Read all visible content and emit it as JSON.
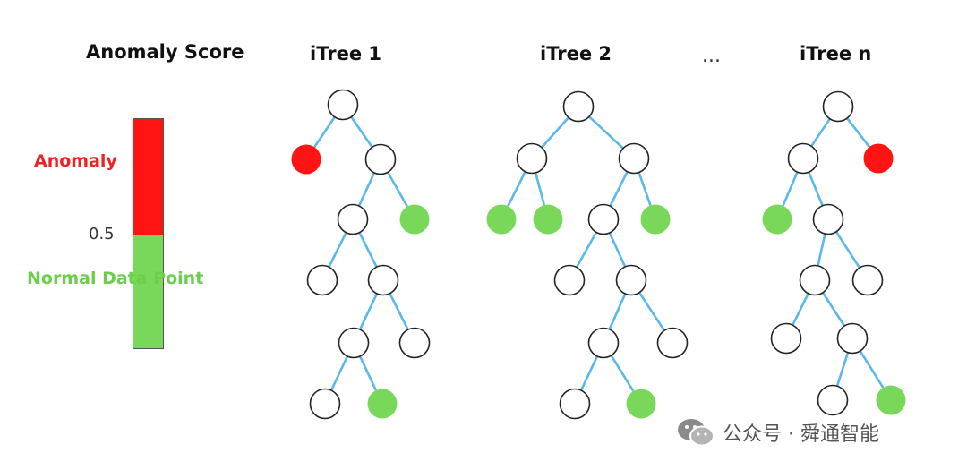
{
  "legend": {
    "title": "Anomaly Score",
    "anomaly_label": "Anomaly",
    "threshold_label": "0.5",
    "normal_label": "Normal Data Point",
    "anomaly_color": "#ff1414",
    "normal_color": "#79d85a"
  },
  "ellipsis": "...",
  "colors": {
    "edge": "#5bb8ea",
    "node_stroke": "#222222",
    "node_fill": "#ffffff"
  },
  "trees": [
    {
      "title": "iTree 1",
      "nodes": [
        {
          "id": "r",
          "state": "normal"
        },
        {
          "id": "a",
          "parent": "r",
          "state": "anomaly"
        },
        {
          "id": "b",
          "parent": "r"
        },
        {
          "id": "c",
          "parent": "b"
        },
        {
          "id": "d",
          "parent": "b",
          "state": "leaf-normal"
        },
        {
          "id": "e",
          "parent": "c"
        },
        {
          "id": "f",
          "parent": "c"
        },
        {
          "id": "g",
          "parent": "f"
        },
        {
          "id": "h",
          "parent": "f"
        },
        {
          "id": "i",
          "parent": "g"
        },
        {
          "id": "j",
          "parent": "g",
          "state": "leaf-normal"
        }
      ]
    },
    {
      "title": "iTree 2",
      "nodes": [
        {
          "id": "r"
        },
        {
          "id": "a",
          "parent": "r"
        },
        {
          "id": "b",
          "parent": "r"
        },
        {
          "id": "c",
          "parent": "a",
          "state": "leaf-normal"
        },
        {
          "id": "d",
          "parent": "a",
          "state": "leaf-normal"
        },
        {
          "id": "e",
          "parent": "b"
        },
        {
          "id": "f",
          "parent": "b",
          "state": "leaf-normal"
        },
        {
          "id": "g",
          "parent": "e"
        },
        {
          "id": "h",
          "parent": "e"
        },
        {
          "id": "i",
          "parent": "h"
        },
        {
          "id": "j",
          "parent": "h"
        },
        {
          "id": "k",
          "parent": "i"
        },
        {
          "id": "l",
          "parent": "i",
          "state": "leaf-normal"
        }
      ]
    },
    {
      "title": "iTree n",
      "nodes": [
        {
          "id": "r"
        },
        {
          "id": "a",
          "parent": "r"
        },
        {
          "id": "b",
          "parent": "r",
          "state": "anomaly"
        },
        {
          "id": "c",
          "parent": "a",
          "state": "leaf-normal"
        },
        {
          "id": "d",
          "parent": "a"
        },
        {
          "id": "e",
          "parent": "d"
        },
        {
          "id": "f",
          "parent": "d"
        },
        {
          "id": "g",
          "parent": "e"
        },
        {
          "id": "h",
          "parent": "e"
        },
        {
          "id": "i",
          "parent": "h"
        },
        {
          "id": "j",
          "parent": "h",
          "state": "leaf-normal"
        }
      ]
    }
  ],
  "watermark": {
    "text": "公众号 · 舜通智能",
    "icon": "wechat-icon"
  }
}
